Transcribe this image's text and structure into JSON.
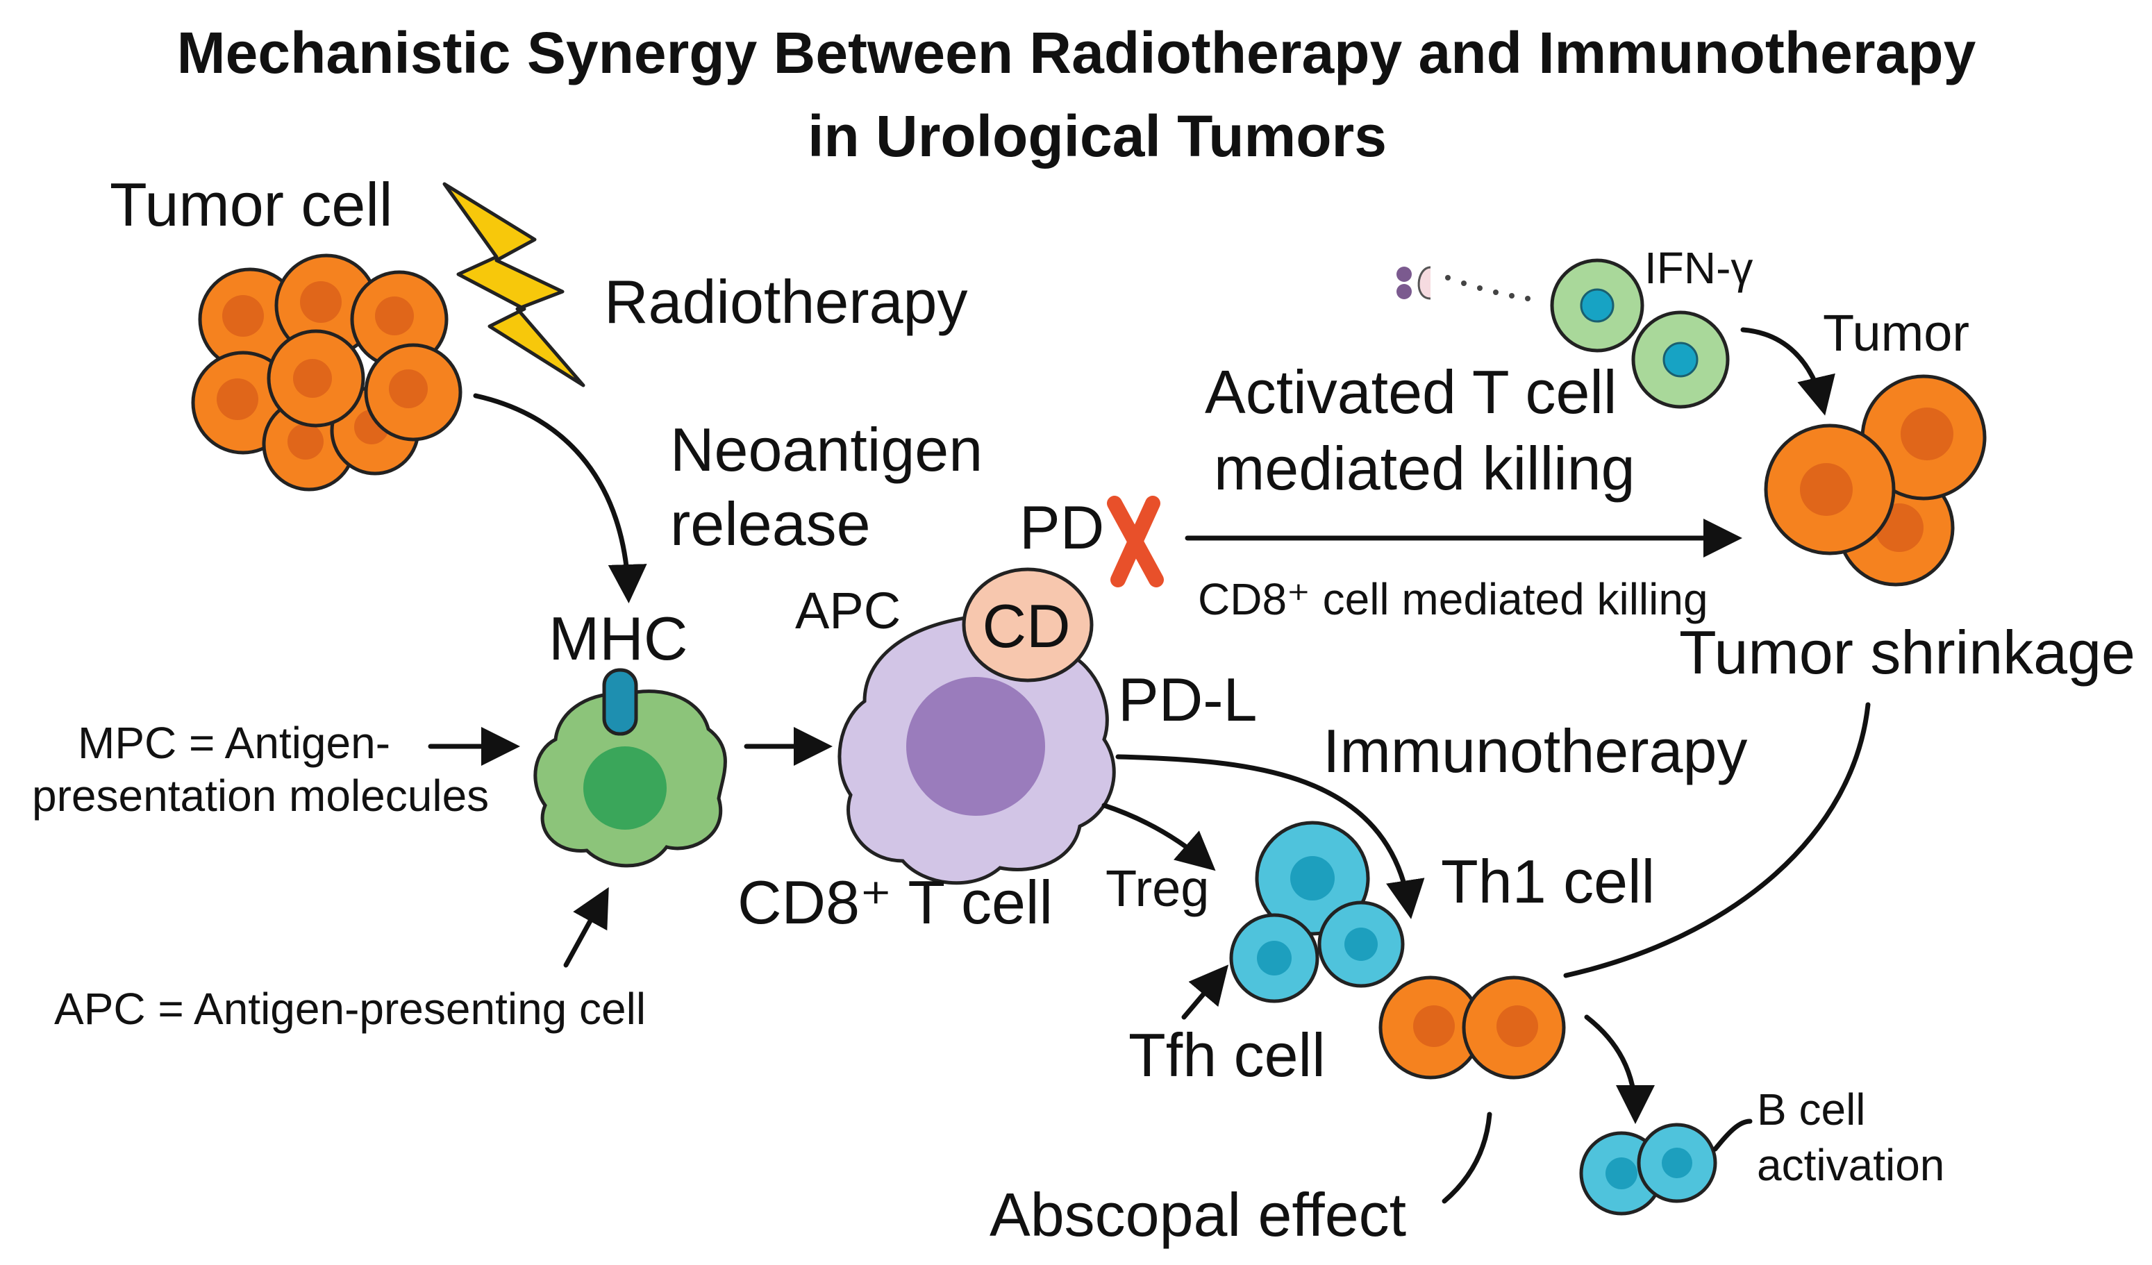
{
  "title_line1": "Mechanistic Synergy Between Radiotherapy and Immunotherapy",
  "title_line2": "in Urological Tumors",
  "labels": {
    "tumor_cell": "Tumor cell",
    "radiotherapy": "Radiotherapy",
    "neoantigen_line1": "Neoantigen",
    "neoantigen_line2": "release",
    "mhc": "MHC",
    "mpc_line1": "MPC = Antigen-",
    "mpc_line2": "presentation molecules",
    "apc_def": "APC = Antigen-presenting cell",
    "apc": "APC",
    "cd": "CD",
    "pd": "PD",
    "pdl": "PD-L",
    "cd8_tcell": "CD8⁺ T cell",
    "activated_line1": "Activated T cell",
    "activated_line2": "mediated killing",
    "ifn": "IFN-γ",
    "tumor": "Tumor",
    "cd8_killing": "CD8⁺ cell mediated killing",
    "tumor_shrinkage": "Tumor shrinkage",
    "immunotherapy": "Immunotherapy",
    "treg": "Treg",
    "th1": "Th1 cell",
    "tfh": "Tfh cell",
    "bcell_line1": "B cell",
    "bcell_line2": "activation",
    "abscopal": "Abscopal effect"
  },
  "colors": {
    "tumor_orange": "#f5821f",
    "tumor_nucleus": "#e0661a",
    "apc_green": "#8cc47a",
    "apc_nucleus": "#3aa65a",
    "mhc_teal": "#1e8fb0",
    "apc_purple": "#d2c5e6",
    "apc_purple_nucleus": "#9a7cbc",
    "cd_peach": "#f7c7ae",
    "x_red": "#e8502a",
    "bolt_yellow": "#f7c80b",
    "t_cell_green": "#a9d89a",
    "t_cell_nucleus": "#17a3c4",
    "cyan_cell": "#4fc3dc",
    "cyan_nucleus": "#1d9fbe"
  }
}
